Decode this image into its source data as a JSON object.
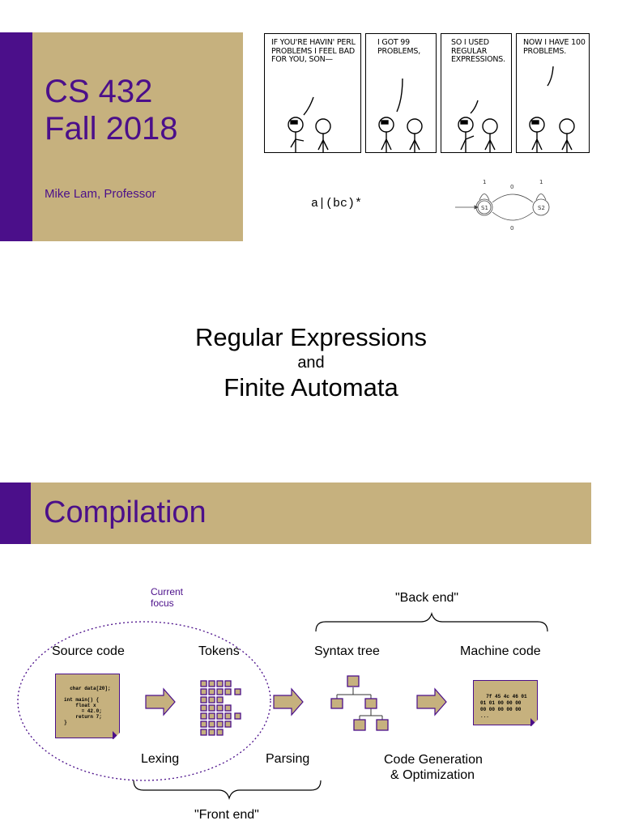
{
  "title_slide": {
    "course_code": "CS 432",
    "course_term": "Fall 2018",
    "professor": "Mike Lam, Professor"
  },
  "comic": {
    "panels": [
      "If you're havin' Perl problems I feel bad for you, son—",
      "I got 99 problems,",
      "So I used regular expressions.",
      "Now I have 100 problems."
    ]
  },
  "regex_example": "a|(bc)*",
  "automaton": {
    "states": [
      "S1",
      "S2"
    ],
    "transitions": [
      "1",
      "0",
      "1",
      "0"
    ]
  },
  "slide_title": {
    "line1": "Regular Expressions",
    "connector": "and",
    "line2": "Finite Automata"
  },
  "compilation": {
    "title": "Compilation",
    "current_focus": "Current\nfocus",
    "back_end": "\"Back end\"",
    "front_end": "\"Front end\"",
    "stages": {
      "source": "Source code",
      "tokens": "Tokens",
      "syntax_tree": "Syntax tree",
      "machine_code": "Machine code"
    },
    "phases": {
      "lexing": "Lexing",
      "parsing": "Parsing",
      "codegen_line1": "Code Generation",
      "codegen_line2": "& Optimization"
    },
    "source_code_text": "char data[20];\n\nint main() {\n    float x\n      = 42.0;\n    return 7;\n}",
    "machine_code_text": "7f 45 4c 46 01\n01 01 00 00 00\n00 00 00 00 00\n..."
  },
  "colors": {
    "purple": "#4b0f8a",
    "gold": "#c6b17e"
  }
}
